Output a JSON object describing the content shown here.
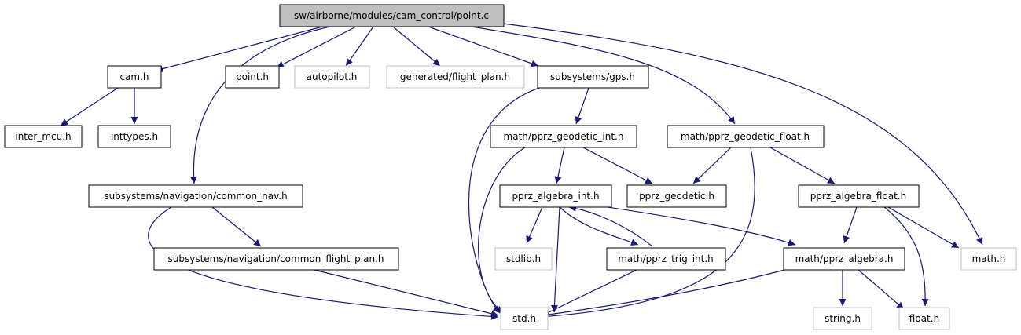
{
  "colors": {
    "edge": "#191970",
    "node_border": "#000000",
    "missing_border": "#bfbfbf",
    "root_fill": "#bfbfbf",
    "node_fill": "#ffffff",
    "text": "#000000",
    "missing_text": "#000000"
  },
  "nodes": [
    {
      "id": "point_c",
      "label": "sw/airborne/modules/cam_control/point.c",
      "kind": "root"
    },
    {
      "id": "cam_h",
      "label": "cam.h",
      "kind": "documented"
    },
    {
      "id": "point_h",
      "label": "point.h",
      "kind": "documented"
    },
    {
      "id": "autopilot_h",
      "label": "autopilot.h",
      "kind": "external"
    },
    {
      "id": "flight_plan_h",
      "label": "generated/flight_plan.h",
      "kind": "external"
    },
    {
      "id": "gps_h",
      "label": "subsystems/gps.h",
      "kind": "documented"
    },
    {
      "id": "inter_mcu_h",
      "label": "inter_mcu.h",
      "kind": "documented"
    },
    {
      "id": "inttypes_h",
      "label": "inttypes.h",
      "kind": "documented"
    },
    {
      "id": "geodetic_int_h",
      "label": "math/pprz_geodetic_int.h",
      "kind": "documented"
    },
    {
      "id": "geodetic_float_h",
      "label": "math/pprz_geodetic_float.h",
      "kind": "documented"
    },
    {
      "id": "common_nav_h",
      "label": "subsystems/navigation/common_nav.h",
      "kind": "documented"
    },
    {
      "id": "algebra_int_h",
      "label": "pprz_algebra_int.h",
      "kind": "documented"
    },
    {
      "id": "geodetic_h",
      "label": "pprz_geodetic.h",
      "kind": "documented"
    },
    {
      "id": "algebra_float_h",
      "label": "pprz_algebra_float.h",
      "kind": "documented"
    },
    {
      "id": "common_flight_plan_h",
      "label": "subsystems/navigation/common_flight_plan.h",
      "kind": "documented"
    },
    {
      "id": "stdlib_h",
      "label": "stdlib.h",
      "kind": "external"
    },
    {
      "id": "trig_int_h",
      "label": "math/pprz_trig_int.h",
      "kind": "documented"
    },
    {
      "id": "algebra_h",
      "label": "math/pprz_algebra.h",
      "kind": "documented"
    },
    {
      "id": "math_h",
      "label": "math.h",
      "kind": "external"
    },
    {
      "id": "std_h",
      "label": "std.h",
      "kind": "external"
    },
    {
      "id": "string_h",
      "label": "string.h",
      "kind": "external"
    },
    {
      "id": "float_h",
      "label": "float.h",
      "kind": "external"
    }
  ],
  "edges": [
    [
      "point_c",
      "cam_h"
    ],
    [
      "point_c",
      "point_h"
    ],
    [
      "point_c",
      "autopilot_h"
    ],
    [
      "point_c",
      "flight_plan_h"
    ],
    [
      "point_c",
      "gps_h"
    ],
    [
      "point_c",
      "common_nav_h"
    ],
    [
      "point_c",
      "geodetic_float_h"
    ],
    [
      "point_c",
      "math_h"
    ],
    [
      "cam_h",
      "inter_mcu_h"
    ],
    [
      "cam_h",
      "inttypes_h"
    ],
    [
      "gps_h",
      "geodetic_int_h"
    ],
    [
      "gps_h",
      "std_h"
    ],
    [
      "geodetic_int_h",
      "algebra_int_h"
    ],
    [
      "geodetic_int_h",
      "geodetic_h"
    ],
    [
      "geodetic_int_h",
      "std_h"
    ],
    [
      "geodetic_float_h",
      "geodetic_h"
    ],
    [
      "geodetic_float_h",
      "algebra_float_h"
    ],
    [
      "geodetic_float_h",
      "std_h"
    ],
    [
      "common_nav_h",
      "common_flight_plan_h"
    ],
    [
      "common_nav_h",
      "std_h"
    ],
    [
      "common_flight_plan_h",
      "std_h"
    ],
    [
      "algebra_int_h",
      "stdlib_h"
    ],
    [
      "algebra_int_h",
      "trig_int_h"
    ],
    [
      "algebra_int_h",
      "algebra_h"
    ],
    [
      "algebra_int_h",
      "std_h"
    ],
    [
      "trig_int_h",
      "algebra_int_h"
    ],
    [
      "trig_int_h",
      "std_h"
    ],
    [
      "algebra_float_h",
      "algebra_h"
    ],
    [
      "algebra_float_h",
      "math_h"
    ],
    [
      "algebra_float_h",
      "float_h"
    ],
    [
      "algebra_h",
      "std_h"
    ],
    [
      "algebra_h",
      "string_h"
    ],
    [
      "algebra_h",
      "float_h"
    ]
  ]
}
